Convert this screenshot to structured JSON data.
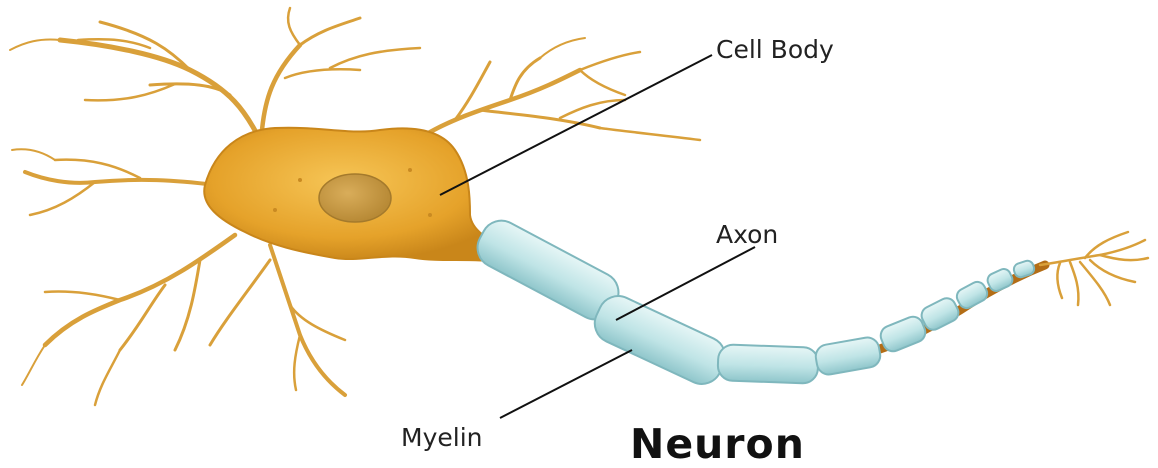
{
  "labels": {
    "cell_body": "Cell Body",
    "axon": "Axon",
    "myelin": "Myelin"
  },
  "title": "Neuron",
  "colors": {
    "soma": "#e8a92c",
    "soma_dark": "#c9861a",
    "nucleus": "#c99a3c",
    "dendrite": "#d9a03a",
    "myelin": "#bfe4e6",
    "myelin_edge": "#7fb7bd",
    "axon_core": "#b36d16",
    "leader_line": "#111111"
  },
  "icons": [
    "neuron-illustration"
  ]
}
